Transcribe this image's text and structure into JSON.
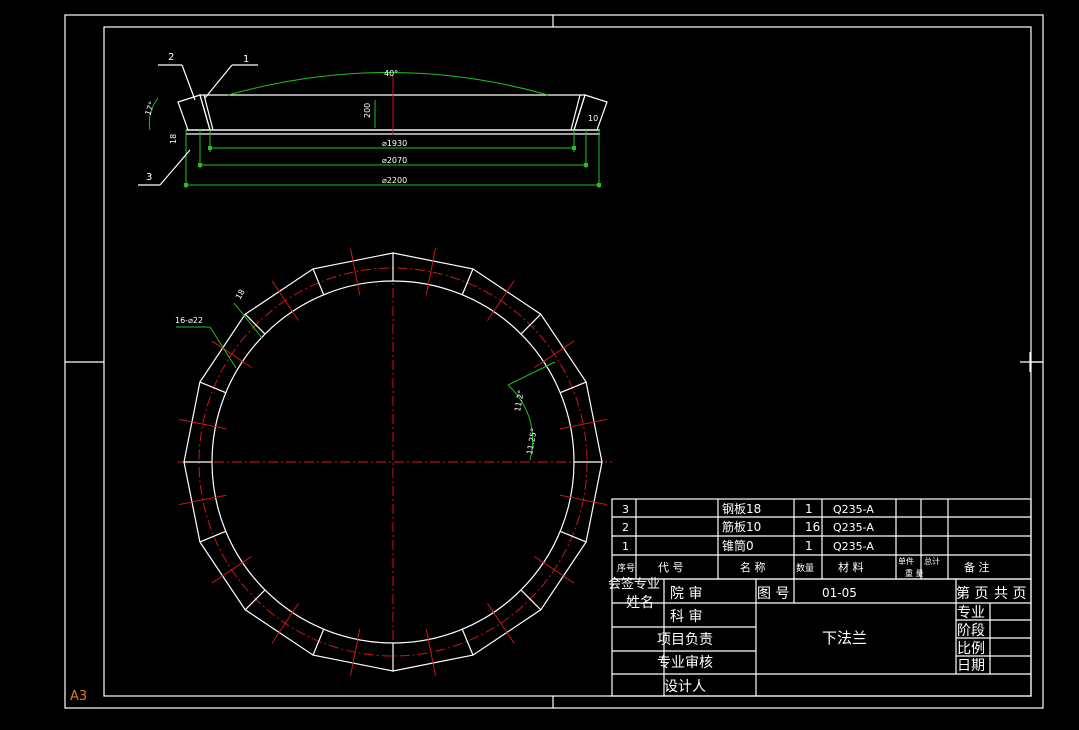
{
  "sheet": {
    "size_label": "A3"
  },
  "section_view": {
    "part_callouts": [
      "2",
      "1",
      "3"
    ],
    "angle_arc_label": "40°",
    "height_label": "200",
    "bevel_label": "17°",
    "small_dim_left": "18",
    "small_dim_right": "10",
    "dim_inner": "⌀1930",
    "dim_mid": "⌀2070",
    "dim_outer": "⌀2200"
  },
  "plan_view": {
    "hole_note": "16-⌀22",
    "small_dim": "18",
    "angle_a": "11.2°",
    "angle_b": "11.25°"
  },
  "bom": {
    "rows": [
      {
        "seq": "3",
        "code": "",
        "name": "钢板18",
        "qty": "1",
        "material": "Q235-A"
      },
      {
        "seq": "2",
        "code": "",
        "name": "筋板10",
        "qty": "16",
        "material": "Q235-A"
      },
      {
        "seq": "1",
        "code": "",
        "name": "锥筒0",
        "qty": "1",
        "material": "Q235-A"
      }
    ],
    "header": {
      "seq": "序号",
      "code": "代 号",
      "name": "名 称",
      "qty": "数量",
      "material": "材 料",
      "unit_mass": "单件",
      "total_mass": "总计",
      "weight": "重 量",
      "remark": "备 注"
    }
  },
  "title_block": {
    "overflow_label": "会签专业",
    "name_label": "姓名",
    "review1": "院 审",
    "review2": "科 审",
    "project_lead": "项目负责",
    "specialty_review": "专业审核",
    "designer": "设计人",
    "drawing_no_label": "图 号",
    "drawing_no": "01-05",
    "page_label": "第  页",
    "total_label": "共  页",
    "drawing_title": "下法兰",
    "specialty": "专业",
    "stage": "阶段",
    "scale": "比例",
    "date": "日期"
  }
}
